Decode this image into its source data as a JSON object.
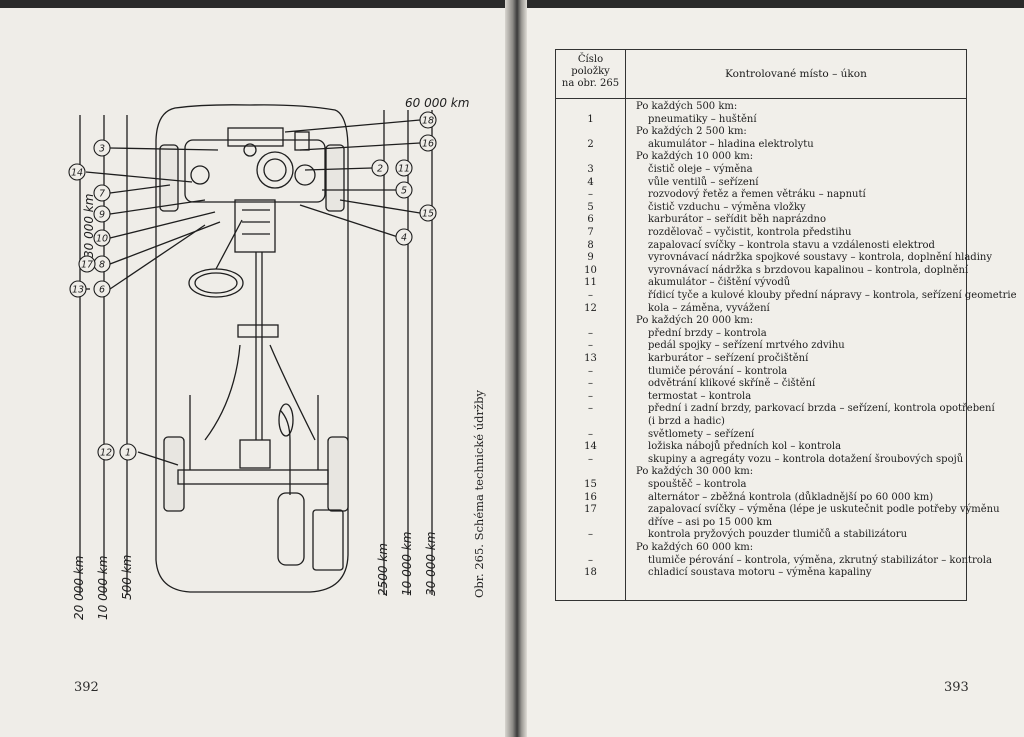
{
  "left_page": {
    "page_number": "392",
    "caption": "Obr. 265. Schéma technické údržby",
    "top_label": "60 000 km",
    "left_labels": [
      "20 000 km",
      "10 000 km",
      "500 km"
    ],
    "mid_label": "30 000 km",
    "right_labels": [
      "2500 km",
      "10 000 km",
      "30 000 km"
    ],
    "markers": [
      "1",
      "2",
      "3",
      "4",
      "5",
      "6",
      "7",
      "8",
      "9",
      "10",
      "11",
      "12",
      "13",
      "14",
      "15",
      "16",
      "17",
      "18"
    ]
  },
  "right_page": {
    "page_number": "393",
    "table": {
      "header_number": [
        "Číslo",
        "položky",
        "na obr. 265"
      ],
      "header_text": "Kontrolované místo – úkon",
      "rows": [
        {
          "n": "",
          "t": "Po každých 500 km:",
          "s": false
        },
        {
          "n": "1",
          "t": "pneumatiky – huštění",
          "s": true
        },
        {
          "n": "",
          "t": "Po každých 2 500 km:",
          "s": false
        },
        {
          "n": "2",
          "t": "akumulátor – hladina elektrolytu",
          "s": true
        },
        {
          "n": "",
          "t": "Po každých 10 000 km:",
          "s": false
        },
        {
          "n": "3",
          "t": "čistič oleje – výměna",
          "s": true
        },
        {
          "n": "4",
          "t": "vůle ventilů – seřízení",
          "s": true
        },
        {
          "n": "–",
          "t": "rozvodový řetěz a řemen větráku – napnutí",
          "s": true
        },
        {
          "n": "5",
          "t": "čistič vzduchu – výměna vložky",
          "s": true
        },
        {
          "n": "6",
          "t": "karburátor – seřídit běh naprázdno",
          "s": true
        },
        {
          "n": "7",
          "t": "rozdělovač – vyčistit, kontrola předstihu",
          "s": true
        },
        {
          "n": "8",
          "t": "zapalovací svíčky – kontrola stavu a vzdálenosti elektrod",
          "s": true
        },
        {
          "n": "9",
          "t": "vyrovnávací nádržka spojkové soustavy – kontrola, doplnění hladiny",
          "s": true
        },
        {
          "n": "10",
          "t": "vyrovnávací nádržka s brzdovou kapalinou – kontrola, doplnění",
          "s": true
        },
        {
          "n": "11",
          "t": "akumulátor – čištění vývodů",
          "s": true
        },
        {
          "n": "–",
          "t": "řídicí tyče a kulové klouby přední nápravy – kontrola, seřízení geometrie",
          "s": true
        },
        {
          "n": "12",
          "t": "kola – záměna, vyvážení",
          "s": true
        },
        {
          "n": "",
          "t": "Po každých 20 000 km:",
          "s": false
        },
        {
          "n": "–",
          "t": "přední brzdy – kontrola",
          "s": true
        },
        {
          "n": "–",
          "t": "pedál spojky – seřízení mrtvého zdvihu",
          "s": true
        },
        {
          "n": "13",
          "t": "karburátor – seřízení pročištění",
          "s": true
        },
        {
          "n": "–",
          "t": "tlumiče pérování – kontrola",
          "s": true
        },
        {
          "n": "–",
          "t": "odvětrání klikové skříně – čištění",
          "s": true
        },
        {
          "n": "–",
          "t": "termostat – kontrola",
          "s": true
        },
        {
          "n": "–",
          "t": "přední i zadní brzdy, parkovací brzda – seřízení, kontrola opotřebení",
          "s": true
        },
        {
          "n": "",
          "t": "(i brzd a hadic)",
          "s": true
        },
        {
          "n": "–",
          "t": "světlomety – seřízení",
          "s": true
        },
        {
          "n": "14",
          "t": "ložiska nábojů předních kol – kontrola",
          "s": true
        },
        {
          "n": "–",
          "t": "skupiny a agregáty vozu – kontrola dotažení šroubových spojů",
          "s": true
        },
        {
          "n": "",
          "t": "Po každých 30 000 km:",
          "s": false
        },
        {
          "n": "15",
          "t": "spouštěč – kontrola",
          "s": true
        },
        {
          "n": "16",
          "t": "alternátor – zběžná kontrola (důkladnější po 60 000 km)",
          "s": true
        },
        {
          "n": "17",
          "t": "zapalovací svíčky – výměna (lépe je uskutečnit podle potřeby výměnu",
          "s": true
        },
        {
          "n": "",
          "t": "dříve – asi po 15 000 km",
          "s": true
        },
        {
          "n": "–",
          "t": "kontrola pryžových pouzder tlumičů a stabilizátoru",
          "s": true
        },
        {
          "n": "",
          "t": "Po každých 60 000 km:",
          "s": false
        },
        {
          "n": "–",
          "t": "tlumiče pérování – kontrola, výměna, zkrutný stabilizátor – kontrola",
          "s": true
        },
        {
          "n": "18",
          "t": "chladicí soustava motoru – výměna kapaliny",
          "s": true
        }
      ]
    }
  }
}
